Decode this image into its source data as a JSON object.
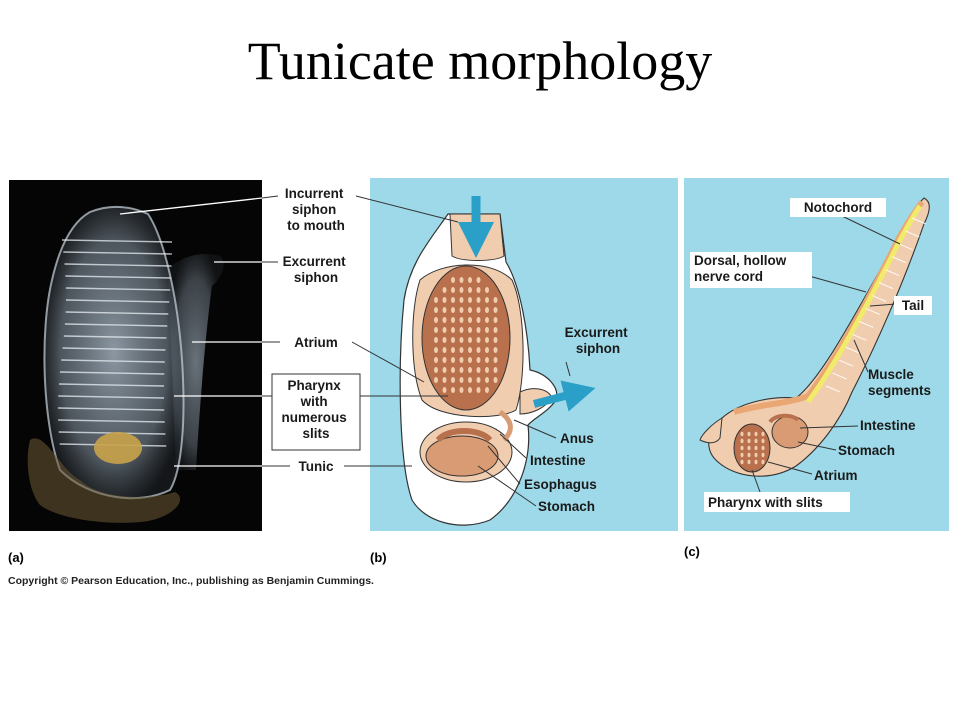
{
  "title": "Tunicate morphology",
  "panels": {
    "a": {
      "letter": "(a)",
      "labels": {
        "incurrent": [
          "Incurrent",
          "siphon",
          "to mouth"
        ],
        "excurrent": [
          "Excurrent",
          "siphon"
        ],
        "atrium": "Atrium",
        "pharynx": [
          "Pharynx",
          "with",
          "numerous",
          "slits"
        ],
        "tunic": "Tunic"
      }
    },
    "b": {
      "letter": "(b)",
      "labels": {
        "excurrent": [
          "Excurrent",
          "siphon"
        ],
        "anus": "Anus",
        "intestine": "Intestine",
        "esophagus": "Esophagus",
        "stomach": "Stomach"
      }
    },
    "c": {
      "letter": "(c)",
      "labels": {
        "notochord": "Notochord",
        "nerve_cord": [
          "Dorsal, hollow",
          "nerve cord"
        ],
        "tail": "Tail",
        "muscle": [
          "Muscle",
          "segments"
        ],
        "intestine": "Intestine",
        "stomach": "Stomach",
        "atrium": "Atrium",
        "pharynx": "Pharynx with slits"
      }
    }
  },
  "copyright": "Copyright © Pearson Education, Inc., publishing as Benjamin Cummings.",
  "colors": {
    "panel_bg": "#9dd9e8",
    "photo_bg": "#050505",
    "arrow": "#2a9fc7",
    "tissue": "#f1cdb0",
    "organ": "#d99b73",
    "notochord": "#f1ea6b"
  }
}
